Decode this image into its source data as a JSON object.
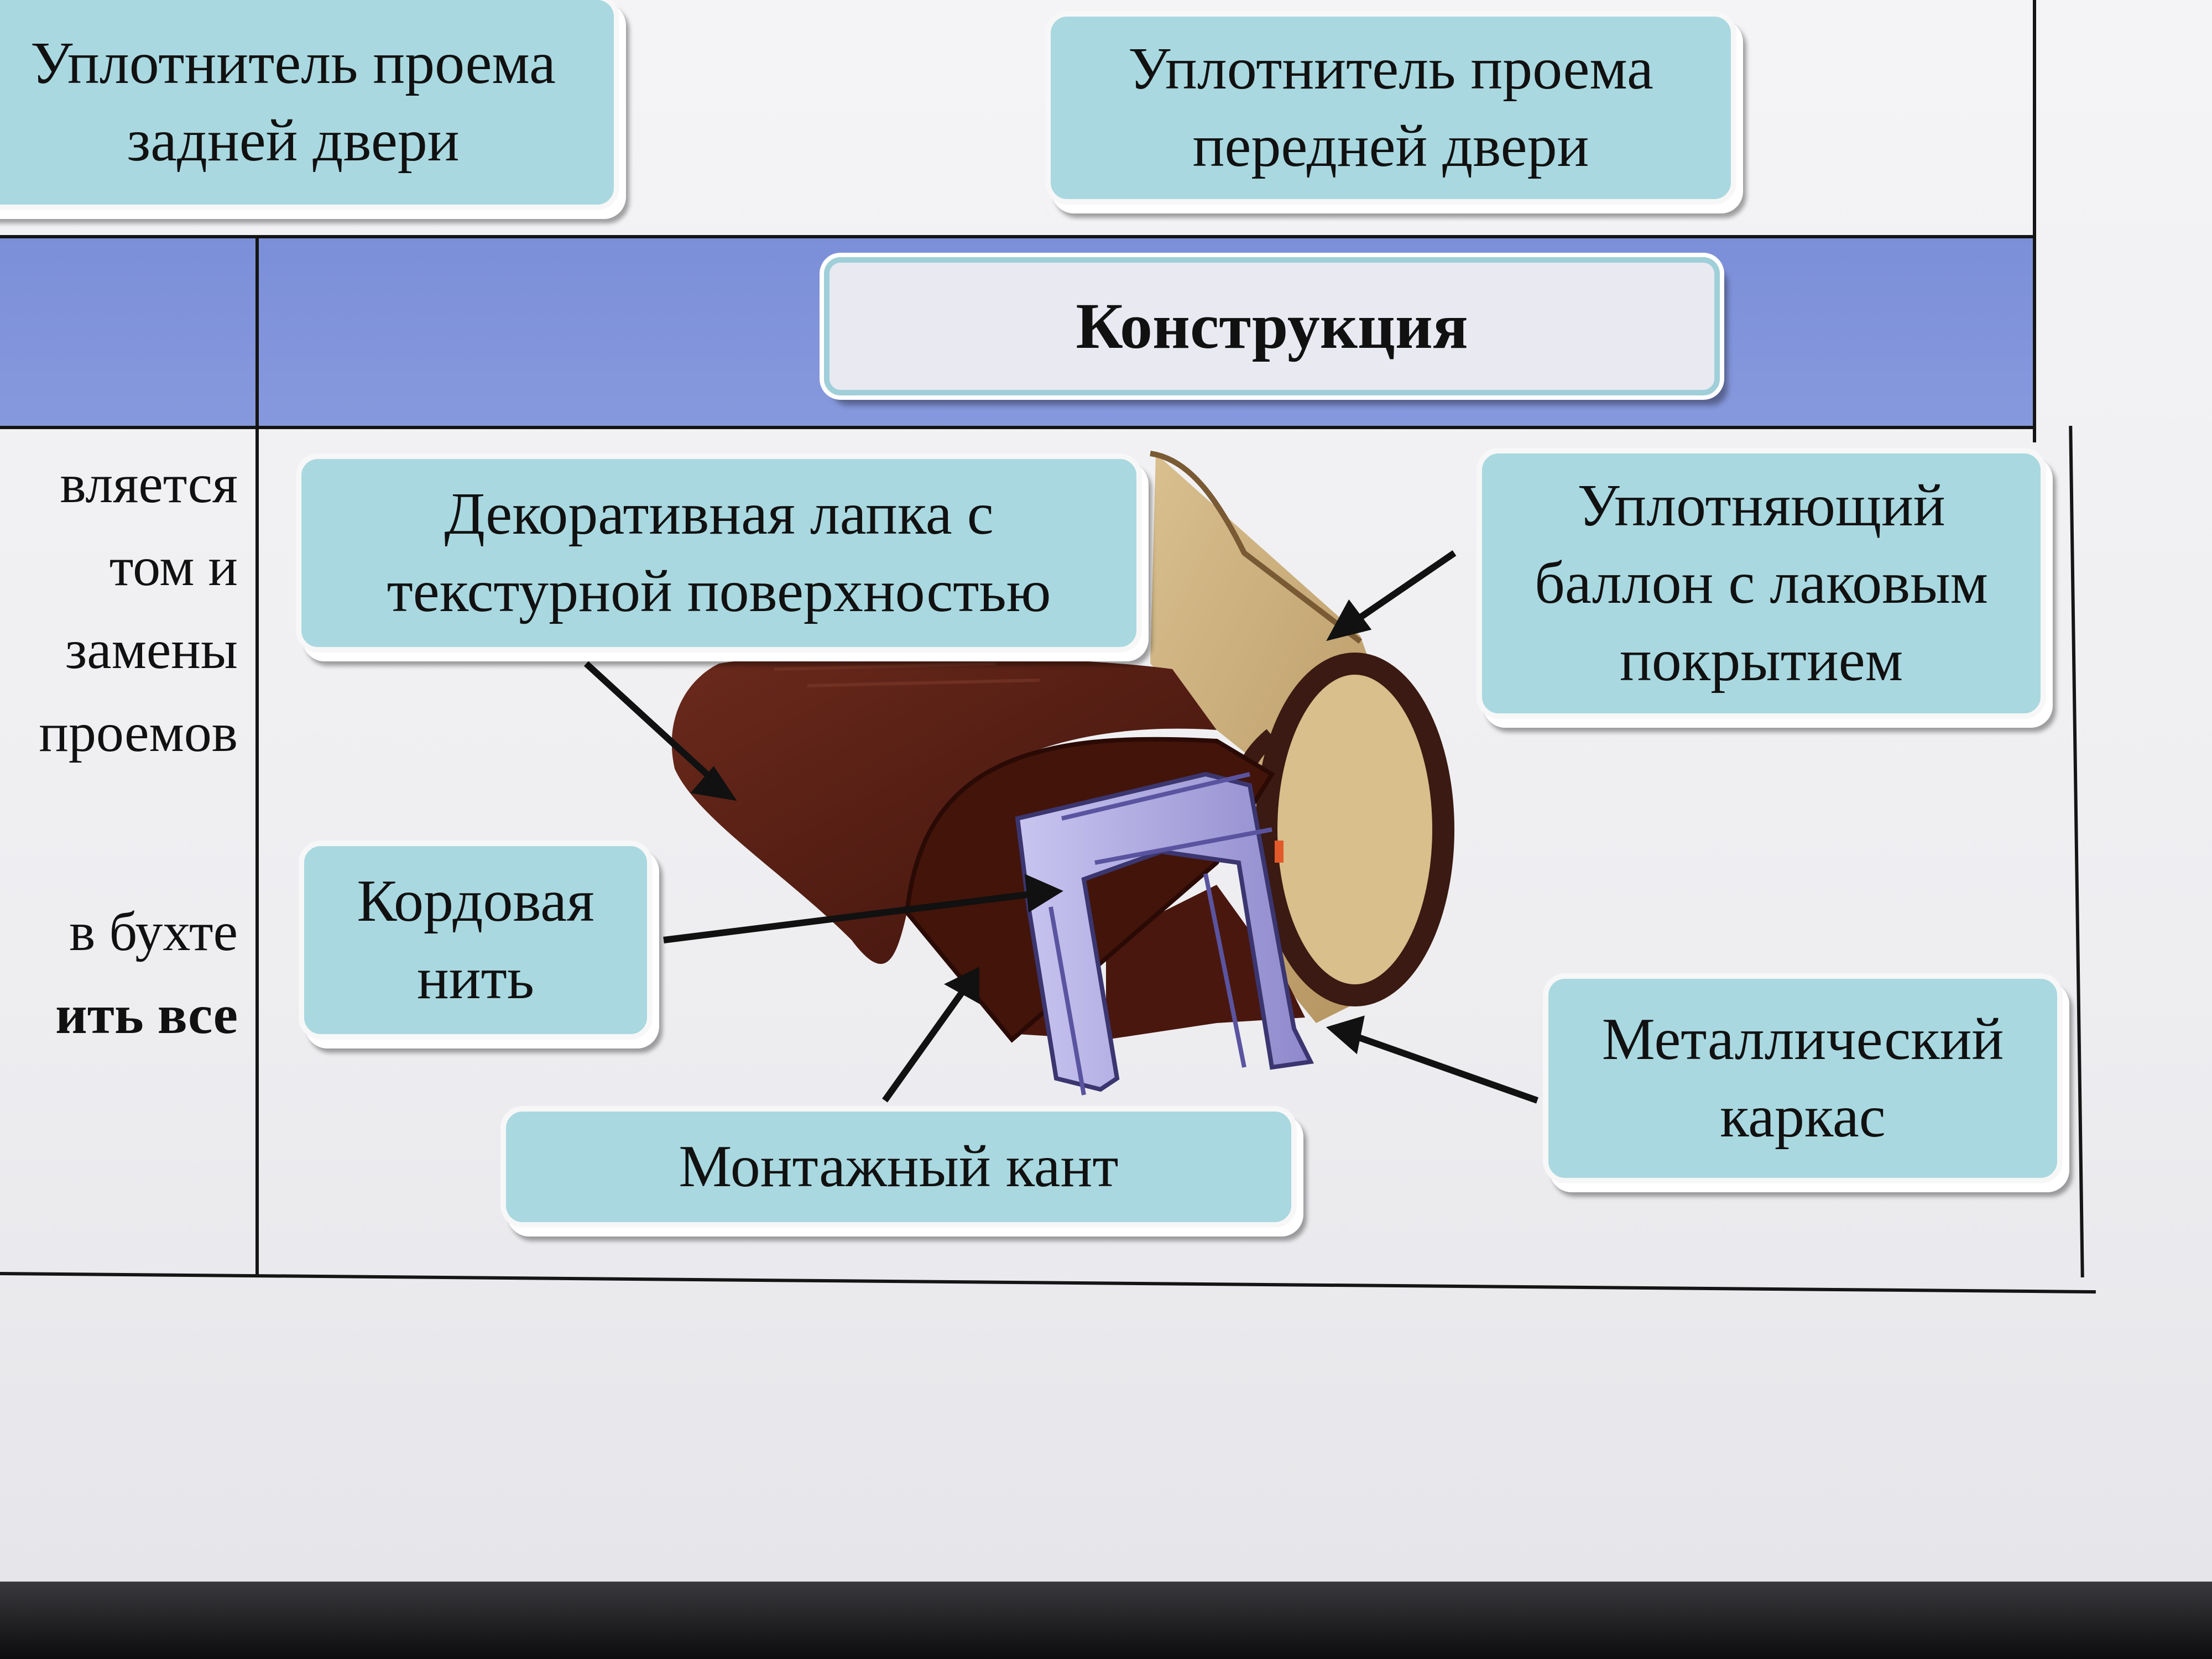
{
  "top_callouts": {
    "rear_door": "Уплотнитель проема\nзадней двери",
    "front_door": "Уплотнитель проема\nпередней двери"
  },
  "header": {
    "title": "Конструкция"
  },
  "left_column_fragments": [
    "вляется",
    "том     и",
    "замены",
    "проемов",
    "",
    "в бухте",
    "ить все"
  ],
  "diagram_labels": {
    "decorative_flap": "Декоративная лапка с\nтекстурной поверхностью",
    "sealing_bulb": "Уплотняющий\nбаллон с лаковым\nпокрытием",
    "cord_thread": "Кордовая\nнить",
    "mounting_edge": "Монтажный кант",
    "metal_frame": "Металлический\nкаркас"
  },
  "colors": {
    "header_band": "#8194db",
    "callout_fill": "#a9d8e0",
    "seal_body": "#5a2016",
    "bulb": "#c9ad7c",
    "metal_frame": "#b6b2e4"
  }
}
